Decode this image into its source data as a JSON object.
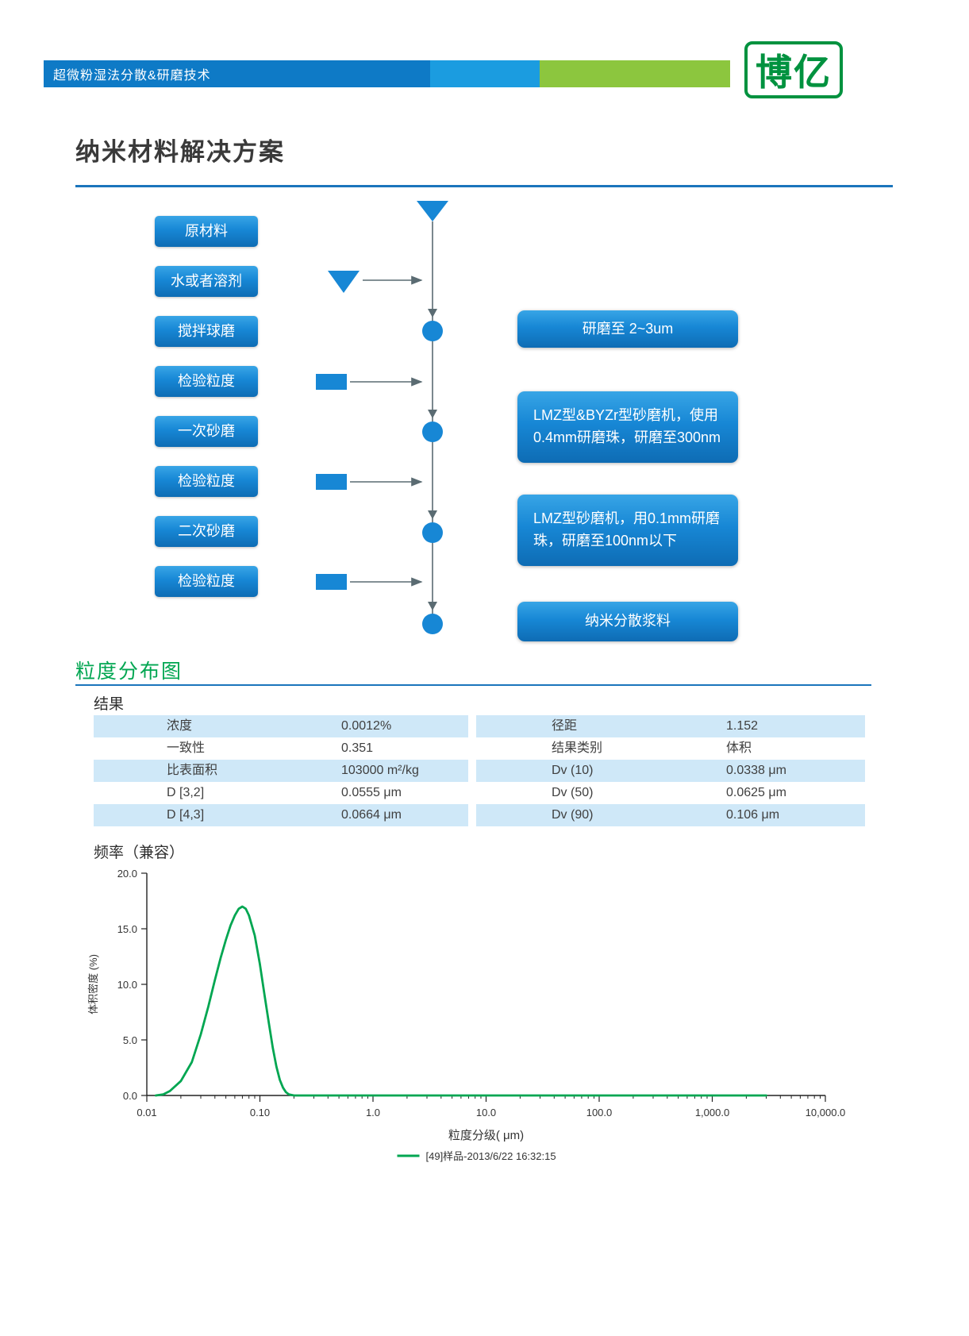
{
  "header": {
    "bar_title": "超微粉湿法分散&研磨技术",
    "logo_text": "博亿"
  },
  "page_title": "纳米材料解决方案",
  "flowchart": {
    "left_steps": [
      "原材料",
      "水或者溶剂",
      "搅拌球磨",
      "检验粒度",
      "一次砂磨",
      "检验粒度",
      "二次砂磨",
      "检验粒度"
    ],
    "right_notes": [
      "研磨至 2~3um",
      "LMZ型&BYZr型砂磨机，使用0.4mm研磨珠，研磨至300nm",
      "LMZ型砂磨机，用0.1mm研磨珠，研磨至100nm以下",
      "纳米分散浆料"
    ]
  },
  "distribution_section": {
    "title": "粒度分布图",
    "results_label": "结果",
    "table_rows": [
      [
        "浓度",
        "0.0012%",
        "径距",
        "1.152"
      ],
      [
        "一致性",
        "0.351",
        "结果类别",
        "体积"
      ],
      [
        "比表面积",
        "103000 m²/kg",
        "Dv (10)",
        "0.0338 μm"
      ],
      [
        "D [3,2]",
        "0.0555 μm",
        "Dv (50)",
        "0.0625 μm"
      ],
      [
        "D [4,3]",
        "0.0664 μm",
        "Dv (90)",
        "0.106 μm"
      ]
    ]
  },
  "chart_data": {
    "type": "line",
    "title": "频率（兼容）",
    "xlabel": "粒度分级( μm)",
    "ylabel": "体积密度 (%)",
    "x_scale": "log",
    "grid": false,
    "legend_position": "bottom",
    "xlim": [
      0.01,
      10000
    ],
    "ylim": [
      0,
      20
    ],
    "x_tick_values": [
      0.01,
      0.1,
      1,
      10,
      100,
      1000,
      10000
    ],
    "x_tick_labels": [
      "0.01",
      "0.10",
      "1.0",
      "10.0",
      "100.0",
      "1,000.0",
      "10,000.0"
    ],
    "y_tick_values": [
      0,
      5,
      10,
      15,
      20
    ],
    "y_tick_labels": [
      "0.0",
      "5.0",
      "10.0",
      "15.0",
      "20.0"
    ],
    "series": [
      {
        "name": "[49]样品-2013/6/22 16:32:15",
        "color": "#00a651",
        "x": [
          0.012,
          0.014,
          0.016,
          0.02,
          0.025,
          0.03,
          0.035,
          0.04,
          0.045,
          0.05,
          0.055,
          0.06,
          0.065,
          0.07,
          0.075,
          0.08,
          0.09,
          0.1,
          0.11,
          0.12,
          0.13,
          0.14,
          0.15,
          0.16,
          0.17,
          0.18,
          0.2,
          0.3,
          1,
          10,
          100,
          1000,
          3000
        ],
        "y": [
          0,
          0.1,
          0.4,
          1.3,
          3.0,
          5.5,
          8.0,
          10.4,
          12.4,
          14.0,
          15.3,
          16.2,
          16.8,
          17.0,
          16.8,
          16.2,
          14.4,
          11.8,
          9.0,
          6.5,
          4.3,
          2.6,
          1.4,
          0.7,
          0.3,
          0.1,
          0,
          0,
          0,
          0,
          0,
          0,
          0
        ]
      }
    ]
  },
  "colors": {
    "bar_blue": "#0e7ac6",
    "bar_mid_blue": "#1b9ce0",
    "bar_green": "#8cc63e",
    "logo_green": "#00923f",
    "rule_blue": "#1b75bc",
    "section_green": "#00a651",
    "flow_blue": "#1787d5",
    "table_row_blue": "#cfe8f8",
    "series_green": "#00a651"
  }
}
